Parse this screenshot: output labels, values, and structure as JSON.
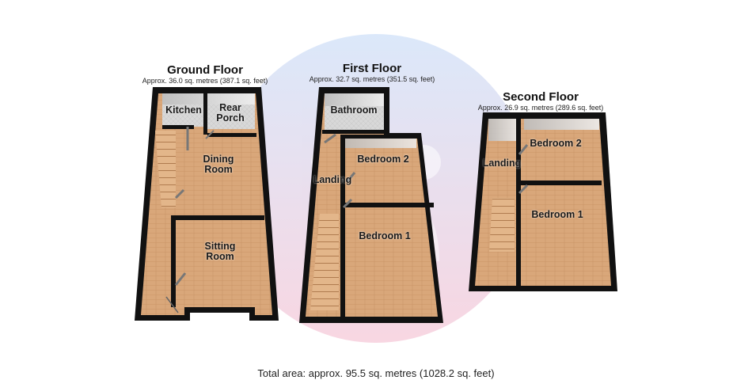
{
  "floors": {
    "ground": {
      "title": "Ground Floor",
      "area": "Approx. 36.0 sq. metres (387.1 sq. feet)",
      "rooms": {
        "kitchen": "Kitchen",
        "rear_porch": "Rear\nPorch",
        "dining_room": "Dining\nRoom",
        "sitting_room": "Sitting\nRoom"
      }
    },
    "first": {
      "title": "First Floor",
      "area": "Approx. 32.7 sq. metres (351.5 sq. feet)",
      "rooms": {
        "bathroom": "Bathroom",
        "bedroom_2": "Bedroom 2",
        "landing": "Landing",
        "bedroom_1": "Bedroom 1"
      }
    },
    "second": {
      "title": "Second Floor",
      "area": "Approx. 26.9 sq. metres (289.6 sq. feet)",
      "rooms": {
        "landing": "Landing",
        "bedroom_2": "Bedroom 2",
        "bedroom_1": "Bedroom 1"
      }
    }
  },
  "total_area": "Total area: approx. 95.5 sq. metres (1028.2 sq. feet)",
  "colors": {
    "wall": "#111111",
    "wall_inner": "#cfcfcf",
    "wood_floor": "#d9a77a",
    "tile_floor": "#d6d6d6",
    "watermark_blue": "#cfe0f8",
    "watermark_pink": "#f6c9d8"
  }
}
